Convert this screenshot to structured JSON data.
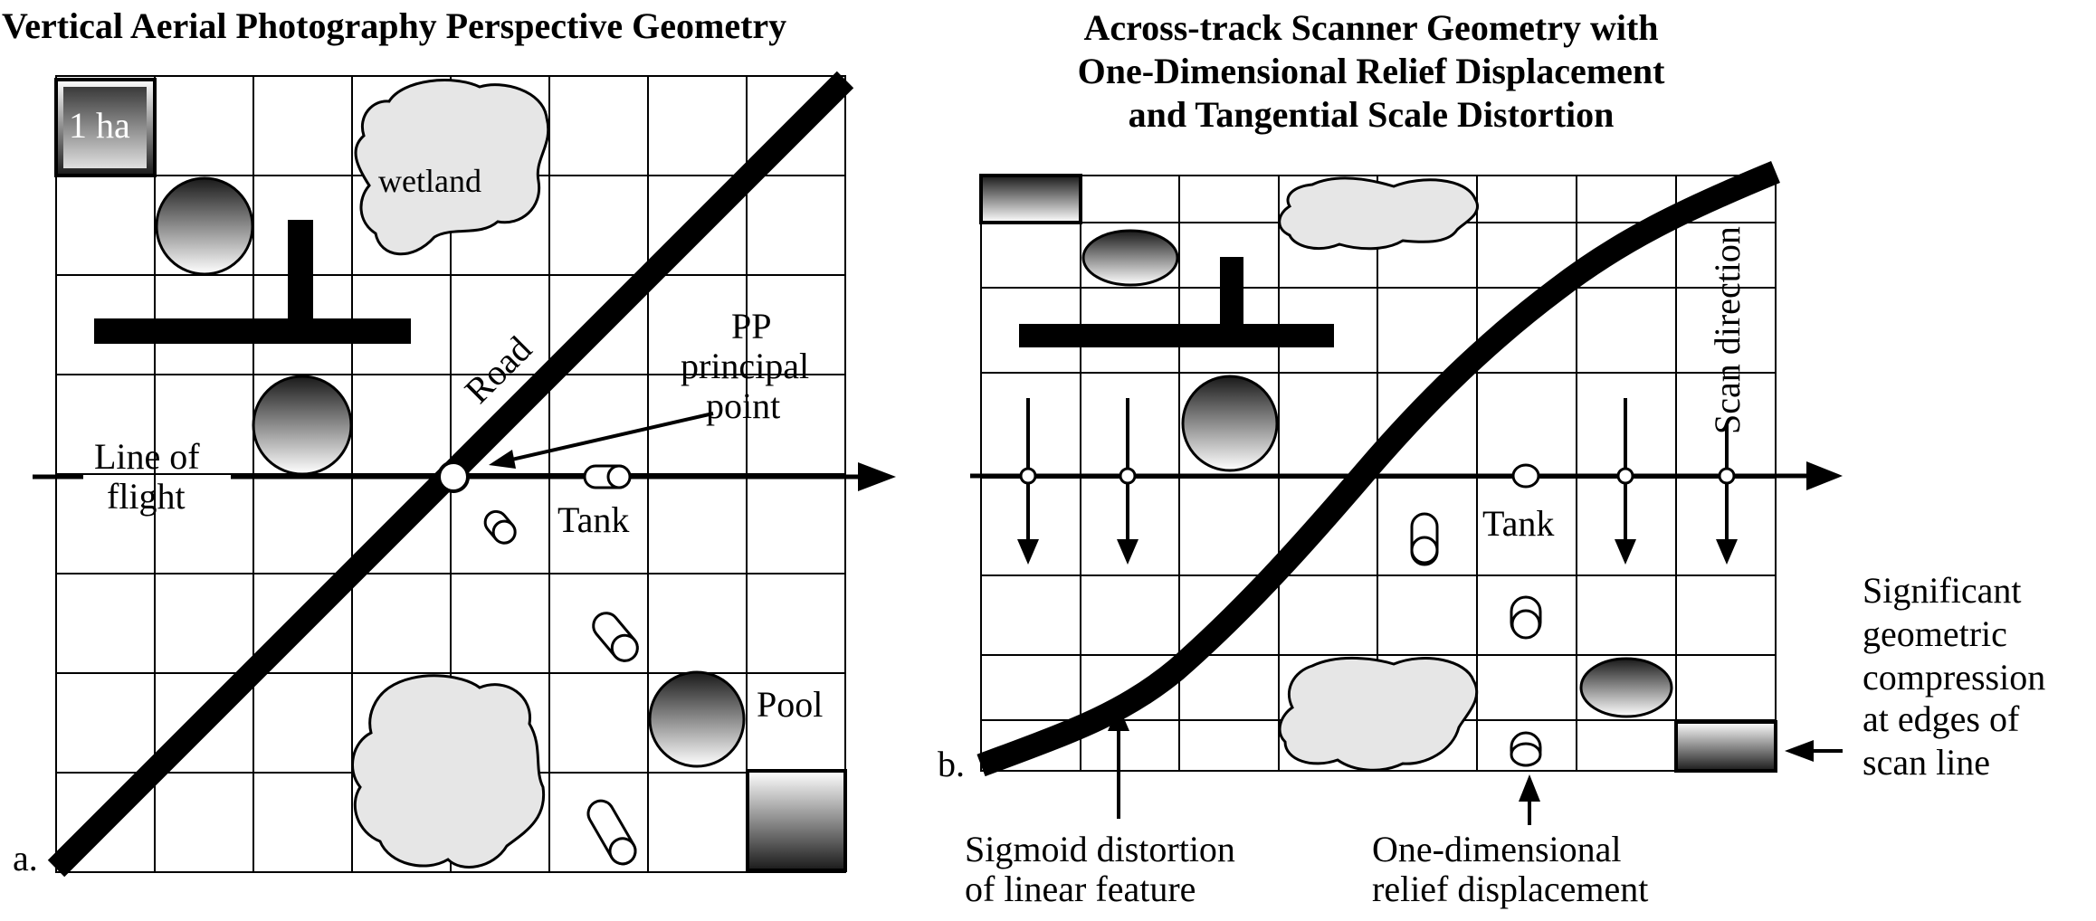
{
  "panel_a": {
    "title": "Vertical Aerial Photography Perspective Geometry",
    "panel_letter": "a.",
    "hectare_label": "1 ha",
    "wetland_label": "wetland",
    "road_label": "Road",
    "pp_label_line1": "PP",
    "pp_label_line2": "principal",
    "pp_label_line3": "point",
    "flight_label_line1": "Line of",
    "flight_label_line2": "flight",
    "tank_label": "Tank",
    "pool_label": "Pool"
  },
  "panel_b": {
    "title_line1": "Across-track Scanner Geometry with",
    "title_line2": "One-Dimensional Relief Displacement",
    "title_line3": "and Tangential Scale Distortion",
    "panel_letter": "b.",
    "scan_direction_label": "Scan direction",
    "tank_label": "Tank",
    "sigmoid_line1": "Sigmoid distortion",
    "sigmoid_line2": "of linear feature",
    "relief_line1": "One-dimensional",
    "relief_line2": "relief displacement",
    "compression_line1": "Significant",
    "compression_line2": "geometric",
    "compression_line3": "compression",
    "compression_line4": "at edges of",
    "compression_line5": "scan line"
  },
  "colors": {
    "ink": "#000000",
    "paper": "#ffffff",
    "wetland_fill": "#e6e6e6",
    "gradient_dark": "#1a1a1a",
    "gradient_light": "#ffffff"
  }
}
